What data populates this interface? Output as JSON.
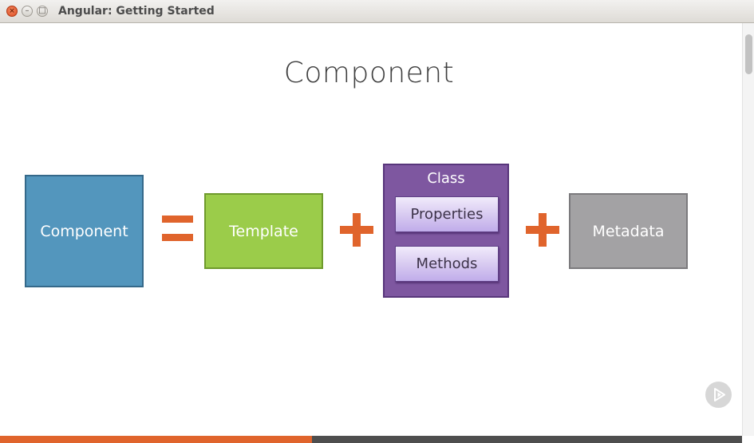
{
  "window": {
    "title": "Angular: Getting Started",
    "close_glyph": "×",
    "min_glyph": "–",
    "max_glyph": "□"
  },
  "slide": {
    "title": "Component",
    "component_label": "Component",
    "template_label": "Template",
    "class_label": "Class",
    "properties_label": "Properties",
    "methods_label": "Methods",
    "metadata_label": "Metadata"
  },
  "progress": {
    "fraction": 0.42
  },
  "colors": {
    "accent": "#e0642c",
    "component": "#5396bd",
    "template": "#9bcc4a",
    "class": "#7e57a0",
    "metadata": "#a3a2a4"
  },
  "icons": {
    "close": "close-icon",
    "minimize": "minimize-icon",
    "maximize": "maximize-icon",
    "play": "play-icon"
  }
}
